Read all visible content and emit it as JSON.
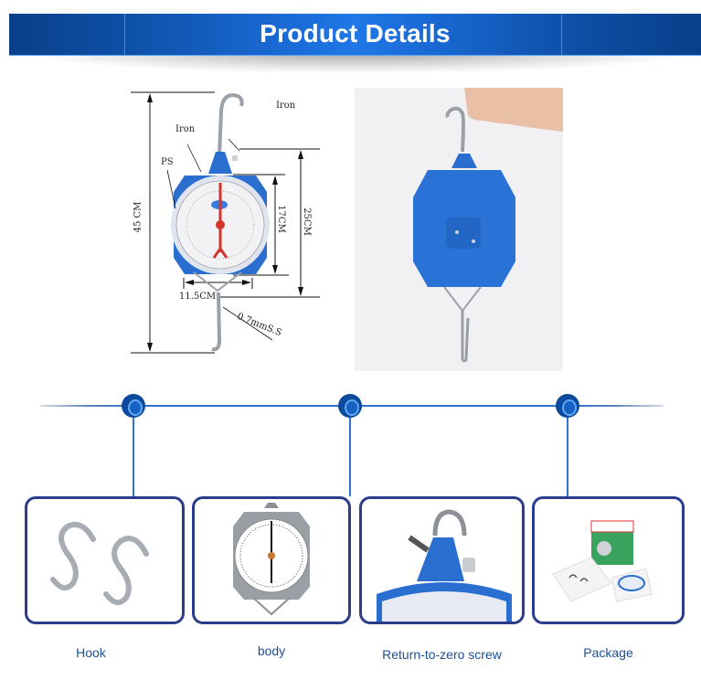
{
  "header": {
    "title": "Product Details"
  },
  "diagram": {
    "labels": {
      "iron_top": "Iron",
      "iron_left": "Iron",
      "ps": "PS",
      "height_total": "45 CM",
      "height_body": "25CM",
      "dial_diameter": "17CM",
      "width": "11.5CM",
      "wire": "0.7mmS.S"
    }
  },
  "features": [
    {
      "label": "Hook",
      "icon": "s-hooks-image"
    },
    {
      "label": "body",
      "icon": "dial-body-image"
    },
    {
      "label": "Return-to-zero screw",
      "icon": "zero-screw-image"
    },
    {
      "label": "Package",
      "icon": "package-image"
    }
  ],
  "colors": {
    "banner_blue": "#1a6ad6",
    "card_border": "#2a3d8c",
    "caption_text": "#1b4f96",
    "scale_blue": "#2a6fd0",
    "timeline_node": "#0b4a9c"
  }
}
